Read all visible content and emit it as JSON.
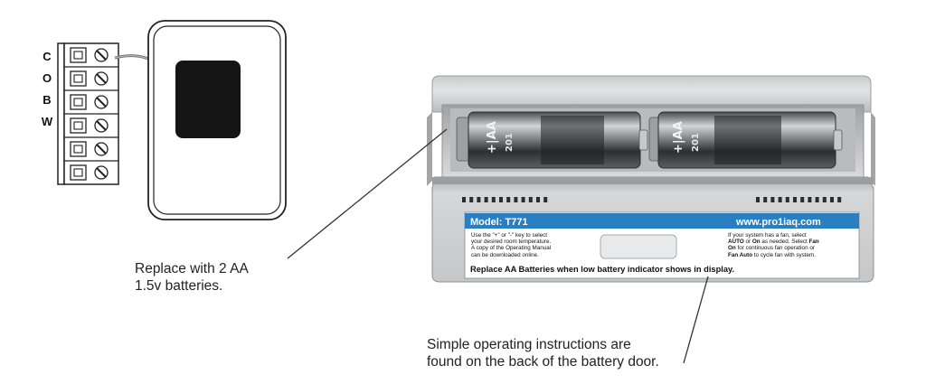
{
  "terminal_block": {
    "labels": [
      "C",
      "O",
      "B",
      "W"
    ]
  },
  "callouts": {
    "batteries": {
      "line1": "Replace with 2 AA",
      "line2": "1.5v batteries."
    },
    "instructions": {
      "line1": "Simple operating instructions are",
      "line2": "found on the back of the battery door."
    }
  },
  "battery_door_label": {
    "model": "Model: T771",
    "url": "www.pro1iaq.com",
    "left_copy": [
      "Use the \"+\" or \"-\" key to select",
      "your desired room temperature.",
      "A copy of the Operating Manual",
      "can be downloaded online."
    ],
    "right_copy": {
      "line1": "If your system has a fan, select",
      "line2_bold1": "AUTO",
      "line2_mid": " or ",
      "line2_bold2": "On",
      "line2_end": " as needed. Select ",
      "line2_bold3": "Fan",
      "line3_bold": "On",
      "line3_end": " for continuous fan operation or",
      "line4_bold": "Fan Auto",
      "line4_end": " to cycle fan with system."
    },
    "footer": "Replace AA Batteries when low battery indicator shows in display."
  },
  "battery_print": {
    "polarity": "+|AA",
    "year": "201"
  },
  "colors": {
    "label_band": "#2a7fc3",
    "housing_light": "#d7d9da",
    "housing_mid": "#bfc2c4",
    "housing_dark": "#8e9194",
    "battery_dark": "#2c2f31",
    "battery_metal": "#a5a8ab",
    "sensor_pad": "#151515",
    "line": "#333333",
    "wire": "#777777"
  }
}
